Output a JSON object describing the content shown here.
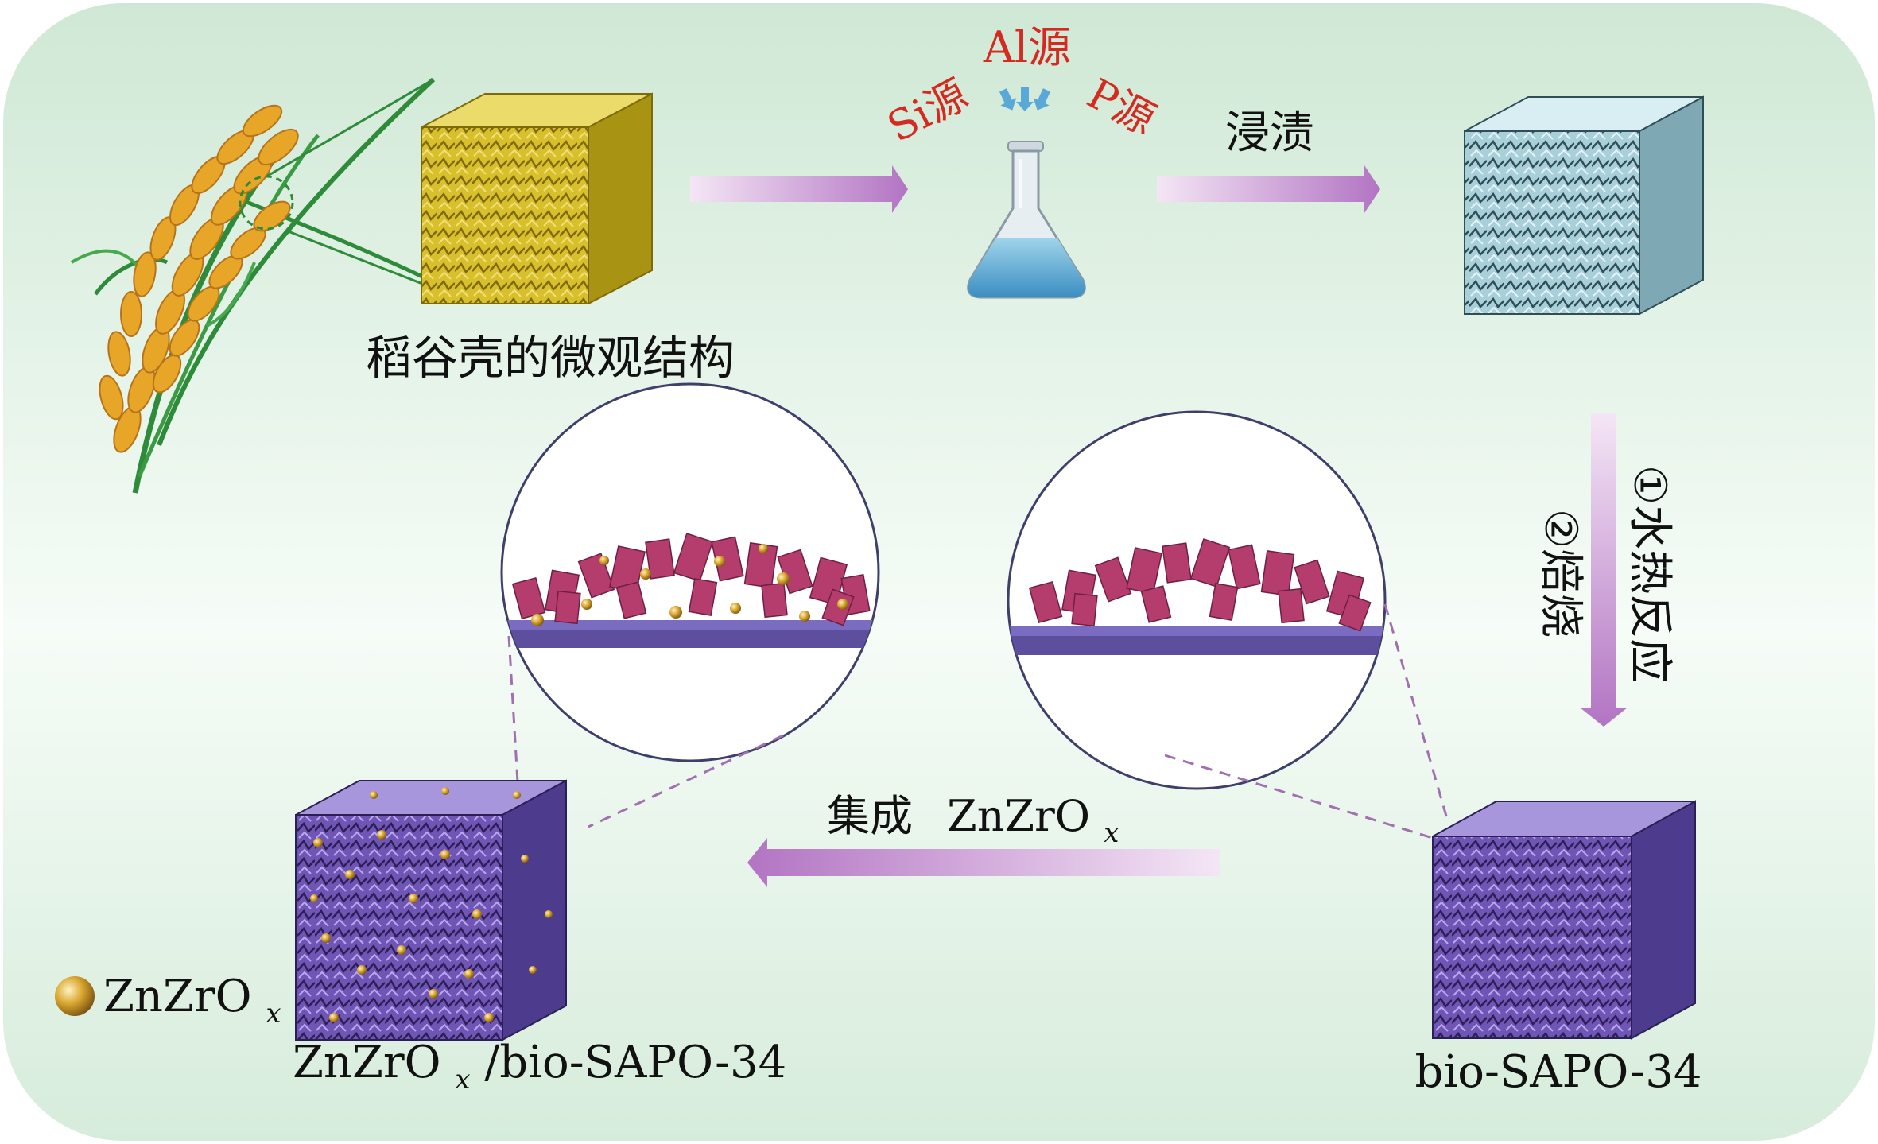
{
  "source_labels": {
    "al": "Al源",
    "si": "Si源",
    "p": "P源"
  },
  "steps": {
    "impregnation": "浸渍",
    "hydrothermal": "①水热反应",
    "calcination": "②焙烧",
    "integrate": "集成",
    "integrate_species": "ZnZrO",
    "integrate_sub": "x"
  },
  "captions": {
    "rice_husk": "稻谷壳的微观结构",
    "final_main": "ZnZrO",
    "final_sub": "x",
    "final_suffix": "/bio-SAPO-34",
    "bio_sapo": "bio-SAPO-34"
  },
  "legend": {
    "species": "ZnZrO",
    "sub": "x"
  },
  "colors": {
    "bg_start": "#d3ead8",
    "bg_end": "#f4fbf6",
    "source_red": "#d42a20",
    "arrow_purple": "#b377c4",
    "husk_yellow": "#d8c02c",
    "blue_cube": "#a9cfd8",
    "purple_cube": "#6f56b4",
    "crystal_pink": "#b53d6e",
    "zn_gold": "#d9a52e"
  }
}
